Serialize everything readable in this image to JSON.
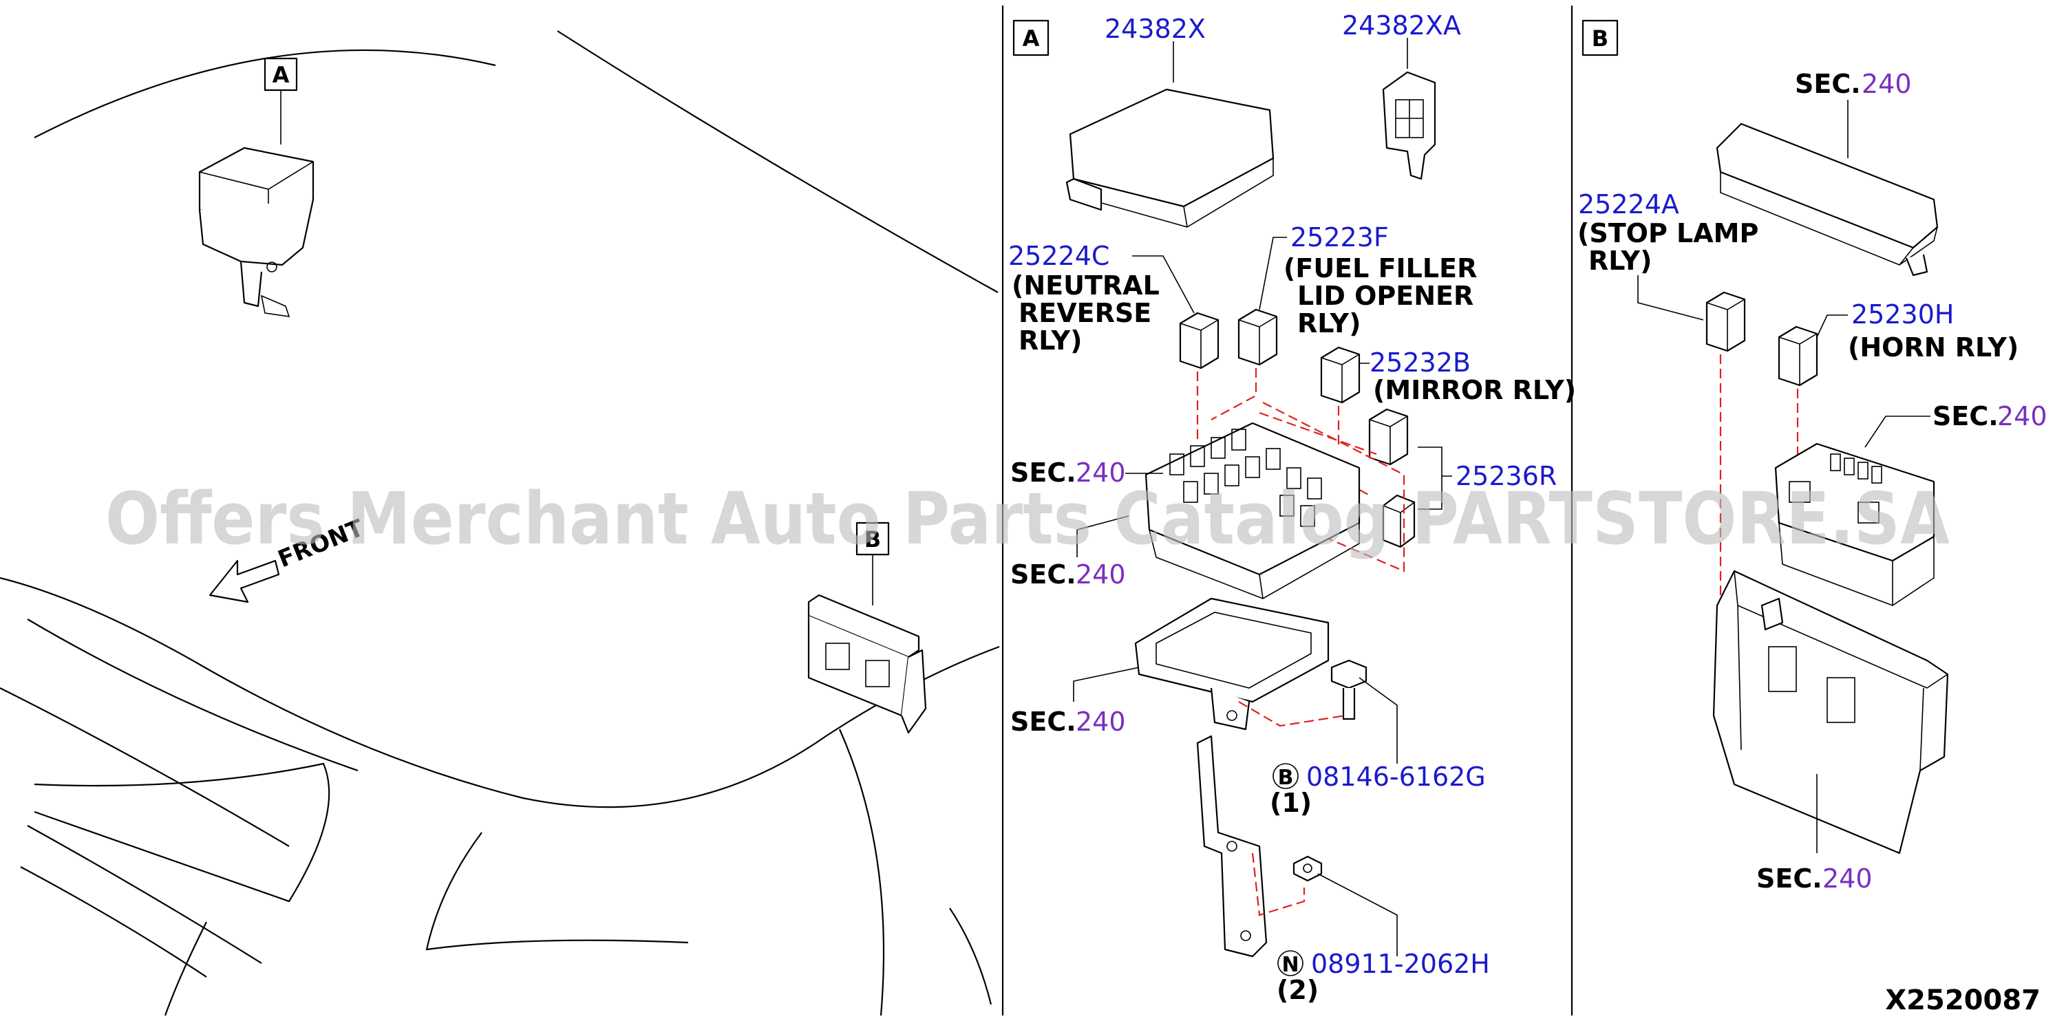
{
  "watermark": "Offers Merchant Auto Parts Catalog PARTSTORE.SA",
  "figure_id": "X2520087",
  "overview": {
    "callout_a": "A",
    "callout_b": "B",
    "front_label": "FRONT"
  },
  "panel_a": {
    "label": "A",
    "parts": {
      "p1": "24382X",
      "p2": "24382XA",
      "p3": "25224C",
      "p3_desc": [
        "(NEUTRAL",
        "REVERSE",
        "RLY)"
      ],
      "p4": "25223F",
      "p4_desc": [
        "(FUEL FILLER",
        "LID OPENER",
        "RLY)"
      ],
      "p5": "25232B",
      "p5_desc": "(MIRROR RLY)",
      "p6": "25236R",
      "bolt": "08146-6162G",
      "bolt_qty": "(1)",
      "bolt_symbol": "B",
      "nut": "08911-2062H",
      "nut_qty": "(2)",
      "nut_symbol": "N"
    },
    "sec_refs": [
      {
        "prefix": "SEC.",
        "num": "240"
      },
      {
        "prefix": "SEC.",
        "num": "240"
      },
      {
        "prefix": "SEC.",
        "num": "240"
      }
    ]
  },
  "panel_b": {
    "label": "B",
    "parts": {
      "p1": "25224A",
      "p1_desc": [
        "(STOP LAMP",
        "RLY)"
      ],
      "p2": "25230H",
      "p2_desc": "(HORN RLY)"
    },
    "sec_refs": [
      {
        "prefix": "SEC.",
        "num": "240"
      },
      {
        "prefix": "SEC.",
        "num": "240"
      },
      {
        "prefix": "SEC.",
        "num": "240"
      }
    ]
  },
  "colors": {
    "part_number": "#1a1acc",
    "section_number": "#7a2fbf",
    "guide_line": "#e02020"
  }
}
